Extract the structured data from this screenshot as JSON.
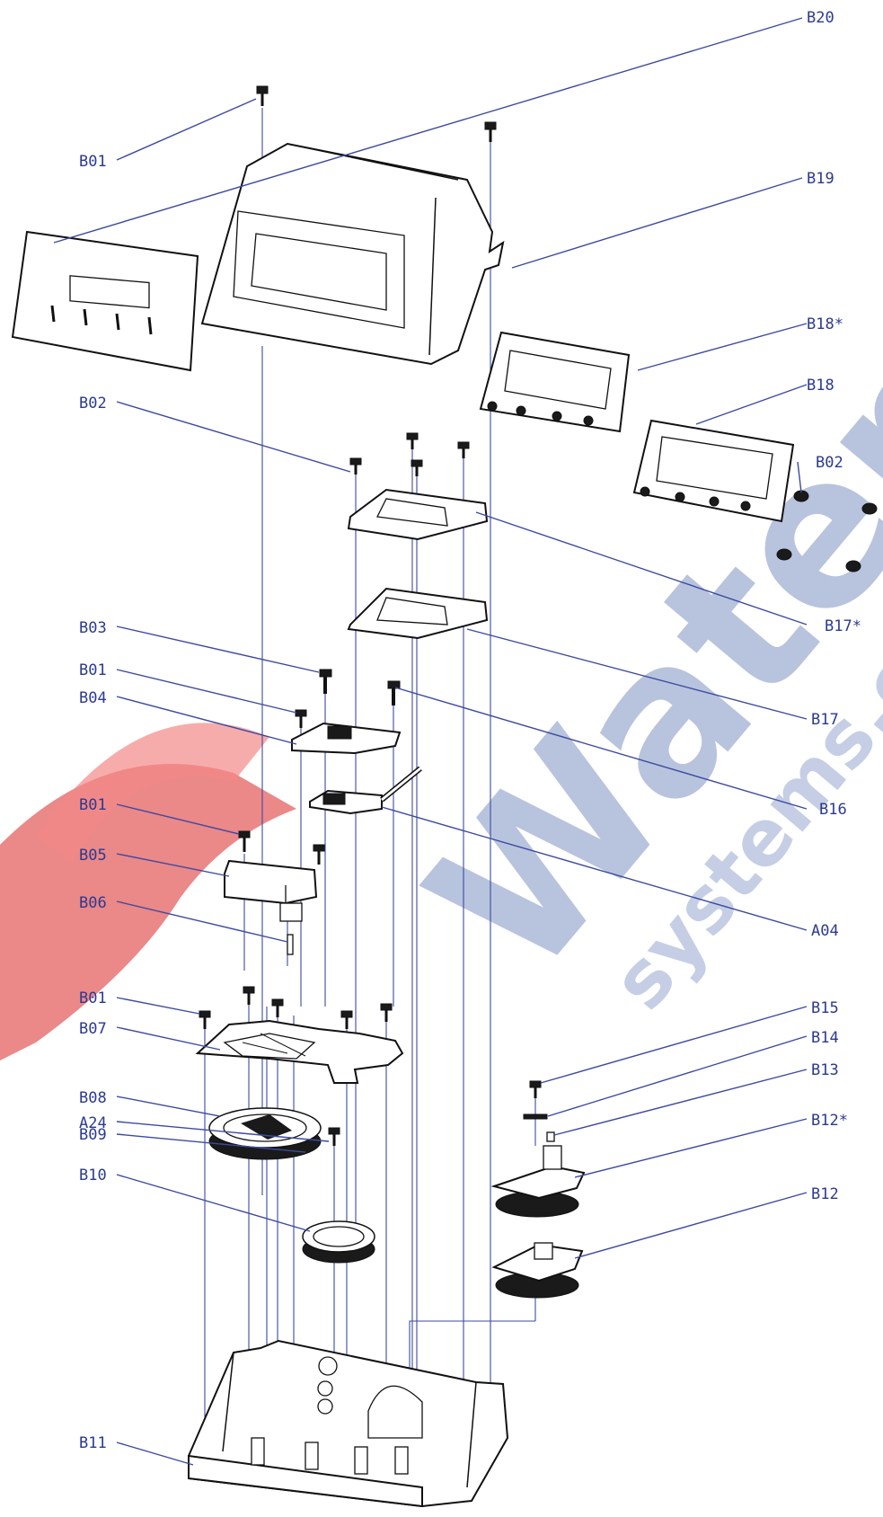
{
  "watermark": {
    "primary": "Water",
    "secondary": "systems.com",
    "accent_color": "#d40000",
    "main_color": "#7f93c4"
  },
  "labels": {
    "B20": "B20",
    "B01_top": "B01",
    "B19": "B19",
    "B18_star": "B18*",
    "B02_left": "B02",
    "B18": "B18",
    "B02_right": "B02",
    "B17_star": "B17*",
    "B03": "B03",
    "B01_mid": "B01",
    "B04": "B04",
    "B17": "B17",
    "B16": "B16",
    "B01_b05": "B01",
    "B05": "B05",
    "A04": "A04",
    "B06": "B06",
    "B01_b07": "B01",
    "B15": "B15",
    "B07": "B07",
    "B14": "B14",
    "B13": "B13",
    "B08": "B08",
    "A24": "A24",
    "B09": "B09",
    "B12_star": "B12*",
    "B10": "B10",
    "B12": "B12",
    "B11": "B11"
  }
}
